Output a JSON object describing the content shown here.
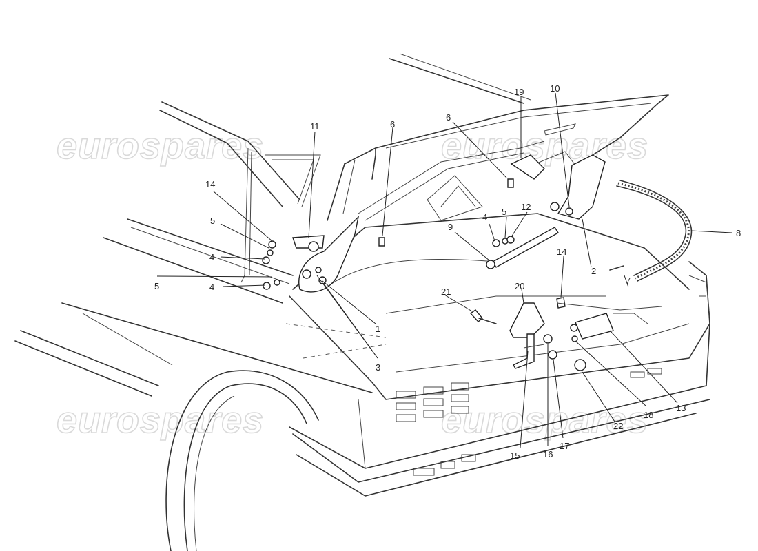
{
  "watermark": [
    "eurospares",
    "eurospares",
    "eurospares",
    "eurospares"
  ],
  "callouts": [
    "1",
    "2",
    "3",
    "4",
    "4",
    "4",
    "5",
    "5",
    "5",
    "6",
    "6",
    "7",
    "8",
    "9",
    "10",
    "11",
    "12",
    "13",
    "14",
    "14",
    "15",
    "16",
    "17",
    "18",
    "19",
    "20",
    "21",
    "22"
  ]
}
